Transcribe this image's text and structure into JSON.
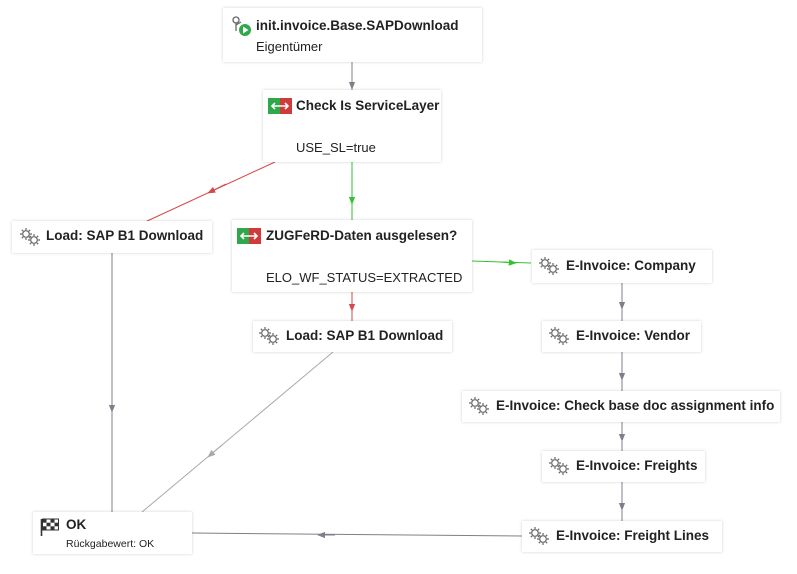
{
  "colors": {
    "edge_default": "#7f7f8c",
    "edge_true": "#34c234",
    "edge_false": "#d44a4a",
    "edge_return": "#a9a9a9",
    "decision_green": "#2fa84a",
    "decision_red": "#d03a3a"
  },
  "nodes": {
    "start": {
      "title": "init.invoice.Base.SAPDownload",
      "subtitle": "Eigentümer",
      "icon": "workflow-start-icon"
    },
    "check_sl": {
      "title": "Check Is ServiceLayer",
      "condition": "USE_SL=true",
      "icon": "decision-icon"
    },
    "zugferd": {
      "title": "ZUGFeRD-Daten ausgelesen?",
      "condition": "ELO_WF_STATUS=EXTRACTED",
      "icon": "decision-icon"
    },
    "load_left": {
      "title": "Load: SAP B1 Download",
      "icon": "gear-icon"
    },
    "load_mid": {
      "title": "Load: SAP B1 Download",
      "icon": "gear-icon"
    },
    "ei_company": {
      "title": "E-Invoice: Company",
      "icon": "gear-icon"
    },
    "ei_vendor": {
      "title": "E-Invoice: Vendor",
      "icon": "gear-icon"
    },
    "ei_check": {
      "title": "E-Invoice: Check base doc assignment info",
      "icon": "gear-icon"
    },
    "ei_freights": {
      "title": "E-Invoice: Freights",
      "icon": "gear-icon"
    },
    "ei_freight_lines": {
      "title": "E-Invoice: Freight Lines",
      "icon": "gear-icon"
    },
    "ok": {
      "title": "OK",
      "subtitle": "Rückgabewert: OK",
      "icon": "finish-flag-icon"
    }
  }
}
